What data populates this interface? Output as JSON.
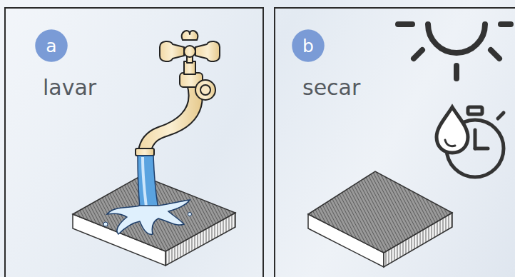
{
  "diagram": {
    "nodes": [
      {
        "text": [
          "lavar"
        ]
      },
      {
        "text": [
          "a"
        ],
        "in": 0
      },
      {
        "text": [
          "secar"
        ]
      },
      {
        "text": [
          "b"
        ],
        "in": 2
      }
    ]
  }
}
